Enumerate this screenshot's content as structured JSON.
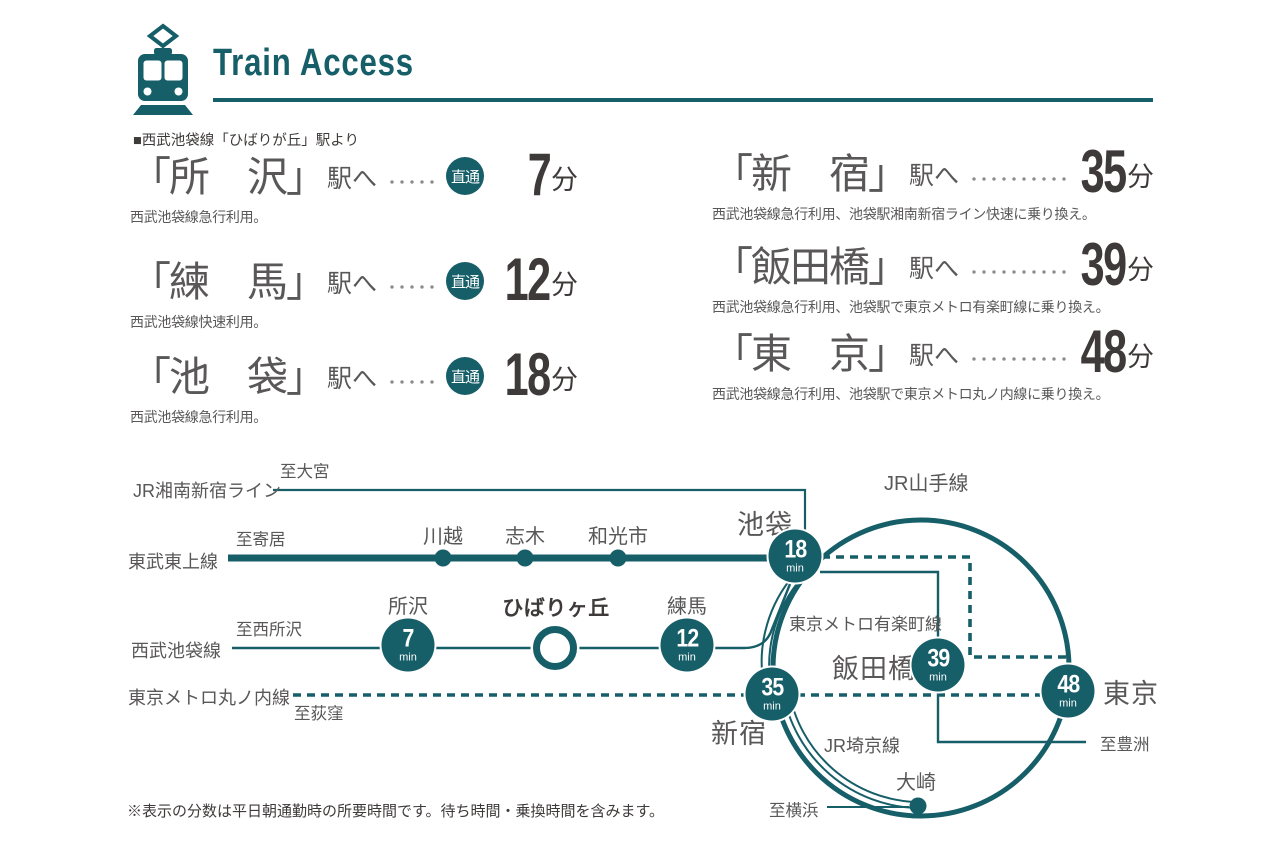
{
  "title": "Train Access",
  "subtitle": "■西武池袋線「ひばりが丘」駅より",
  "footnote": "※表示の分数は平日朝通勤時の所要時間です。待ち時間・乗換時間を含みます。",
  "badge_direct": "直通",
  "station_suffix": "駅へ",
  "unit_min": "分",
  "node_unit": "min",
  "colors": {
    "teal": "#165E68",
    "gray": "#595757",
    "dark": "#3E3A39"
  },
  "routes_left": [
    {
      "station": "「所　沢」",
      "minutes": "7",
      "desc": "西武池袋線急行利用。"
    },
    {
      "station": "「練　馬」",
      "minutes": "12",
      "desc": "西武池袋線快速利用。"
    },
    {
      "station": "「池　袋」",
      "minutes": "18",
      "desc": "西武池袋線急行利用。"
    }
  ],
  "routes_right": [
    {
      "station": "「新　宿」",
      "minutes": "35",
      "desc": "西武池袋線急行利用、池袋駅湘南新宿ライン快速に乗り換え。"
    },
    {
      "station": "「飯田橋」",
      "minutes": "39",
      "desc": "西武池袋線急行利用、池袋駅で東京メトロ有楽町線に乗り換え。"
    },
    {
      "station": "「東　京」",
      "minutes": "48",
      "desc": "西武池袋線急行利用、池袋駅で東京メトロ丸ノ内線に乗り換え。"
    }
  ],
  "diagram": {
    "lines": {
      "shonan_shinjuku": "JR湘南新宿ライン",
      "tobu_tojo": "東武東上線",
      "seibu_ikebukuro": "西武池袋線",
      "marunouchi": "東京メトロ丸ノ内線",
      "yurakucho": "東京メトロ有楽町線",
      "yamanote": "JR山手線",
      "saikyo": "JR埼京線"
    },
    "terminals": {
      "omiya": "至大宮",
      "yorii": "至寄居",
      "nishi_tokorozawa": "至西所沢",
      "ogikubo": "至荻窪",
      "toyosu": "至豊洲",
      "yokohama": "至横浜"
    },
    "stations": {
      "kawagoe": "川越",
      "shiki": "志木",
      "wakoshi": "和光市",
      "ikebukuro": "池袋",
      "tokorozawa": "所沢",
      "hibarigaoka": "ひばりヶ丘",
      "nerima": "練馬",
      "shinjuku": "新宿",
      "iidabashi": "飯田橋",
      "tokyo": "東京",
      "osaki": "大崎"
    },
    "nodes": {
      "tokorozawa": "7",
      "nerima": "12",
      "ikebukuro": "18",
      "shinjuku": "35",
      "iidabashi": "39",
      "tokyo": "48"
    }
  }
}
